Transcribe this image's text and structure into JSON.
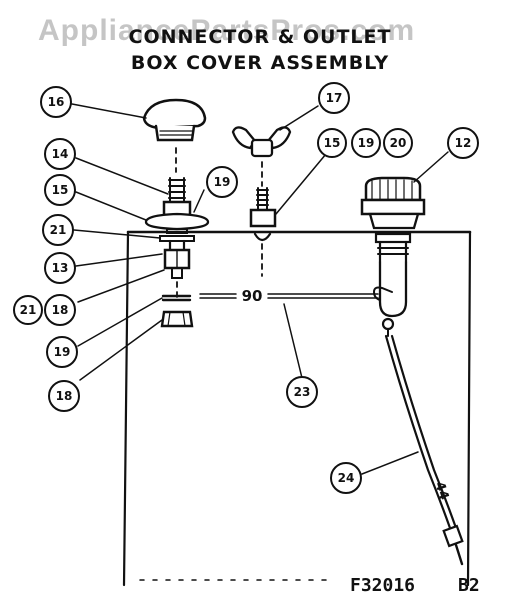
{
  "watermark": "AppliancePartsPros.com",
  "title_line1": "CONNECTOR & OUTLET",
  "title_line2": "BOX COVER ASSEMBLY",
  "figure_code": "F32016",
  "figure_rev": "B2",
  "dimension_label": "90",
  "wire_marking": "44",
  "callouts": [
    "16",
    "17",
    "14",
    "15",
    "19",
    "20",
    "12",
    "15",
    "19",
    "21",
    "13",
    "21",
    "18",
    "19",
    "18",
    "23",
    "24"
  ]
}
